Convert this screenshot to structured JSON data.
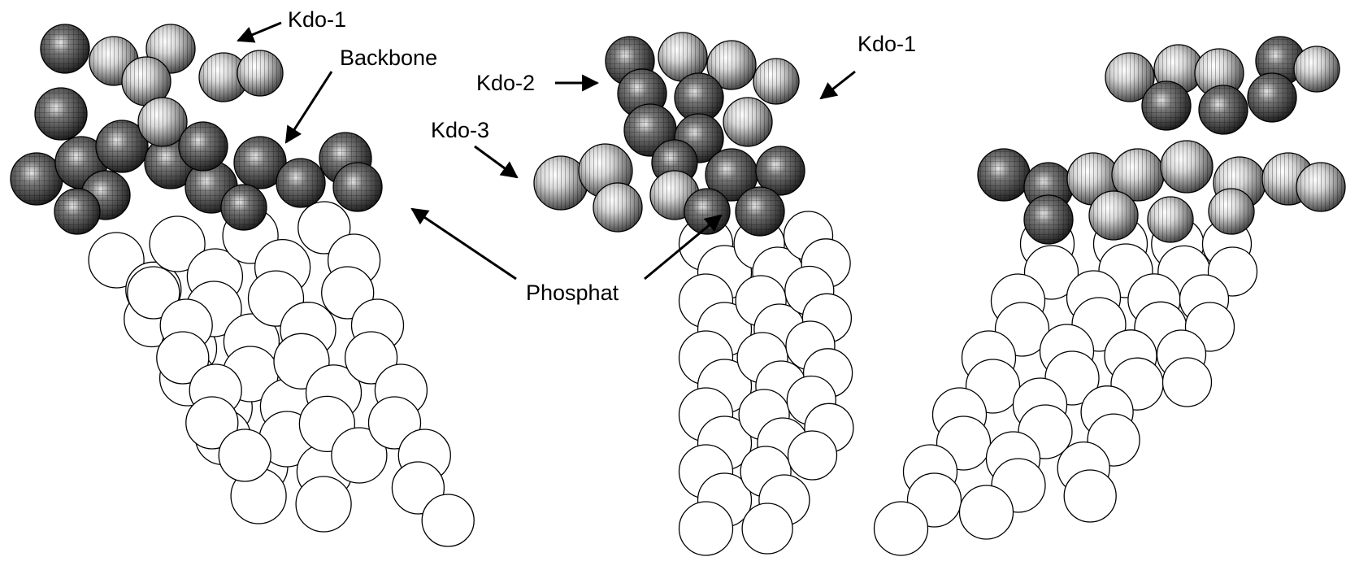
{
  "labels": {
    "kdo1_left": "Kdo-1",
    "backbone": "Backbone",
    "kdo2": "Kdo-2",
    "kdo3": "Kdo-3",
    "kdo1_mid": "Kdo-1",
    "phosphat": "Phosphat"
  },
  "colors": {
    "lipid_fill": "#ffffff",
    "outline": "#000000",
    "head_light": "#f2f2f2",
    "head_dark": "#3a3a3a",
    "hatch": "#1a1a1a"
  }
}
